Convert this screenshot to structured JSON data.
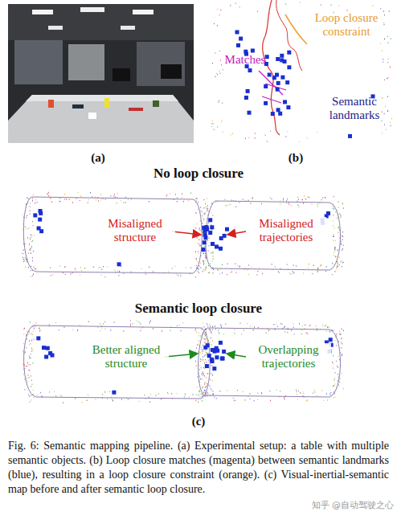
{
  "diagram": {
    "caption": "Fig. 6: Semantic mapping pipeline. (a) Experimental setup: a table with multiple semantic objects. (b) Loop closure matches (magenta) between semantic landmarks (blue), resulting in a loop closure constraint (orange). (c) Visual-inertial-semantic map before and after semantic loop closure.",
    "labels": [
      "(a)",
      "Loop closure constraint",
      "Matches",
      "Semantic landmarks",
      "(b)",
      "No loop closure",
      "Misaligned structure",
      "Misaligned trajectories",
      "Semantic loop closure",
      "Better aligned structure",
      "Overlapping trajectories",
      "(c)",
      "知乎 @自动驾驶之心"
    ]
  }
}
